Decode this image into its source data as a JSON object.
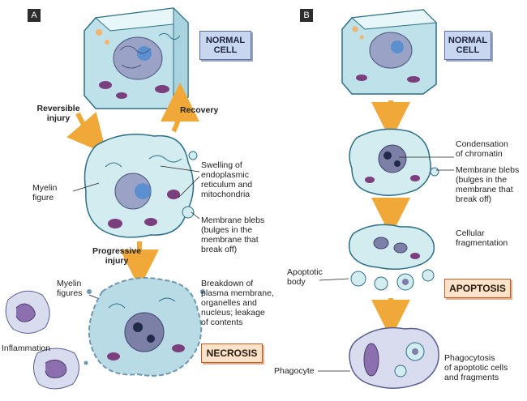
{
  "panel_a": {
    "letter": "A",
    "normal_cell": "NORMAL\nCELL",
    "reversible_injury": "Reversible\ninjury",
    "recovery": "Recovery",
    "myelin_figure": "Myelin\nfigure",
    "swelling": "Swelling of\nendoplasmic\nreticulum and\nmitochondria",
    "membrane_blebs": "Membrane blebs\n(bulges in the\nmembrane that\nbreak off)",
    "progressive_injury": "Progressive\ninjury",
    "myelin_figures": "Myelin\nfigures",
    "breakdown": "Breakdown of\nplasma membrane,\norganelles and\nnucleus; leakage\nof contents",
    "inflammation": "Inflammation",
    "necrosis": "NECROSIS"
  },
  "panel_b": {
    "letter": "B",
    "normal_cell": "NORMAL\nCELL",
    "condensation": "Condensation\nof chromatin",
    "membrane_blebs": "Membrane blebs\n(bulges in the\nmembrane that\nbreak off)",
    "fragmentation": "Cellular\nfragmentation",
    "apoptotic_body": "Apoptotic\nbody",
    "apoptosis": "APOPTOSIS",
    "phagocyte": "Phagocyte",
    "phagocytosis": "Phagocytosis\nof apoptotic cells\nand fragments"
  },
  "colors": {
    "cytoplasm": "#d3ecf0",
    "cell_outline": "#2d6f86",
    "nucleus": "#9aa2c6",
    "mitochondria": "#7b3f7e",
    "arrow": "#f0a838",
    "necrosis_debris": "#6f97ad"
  }
}
